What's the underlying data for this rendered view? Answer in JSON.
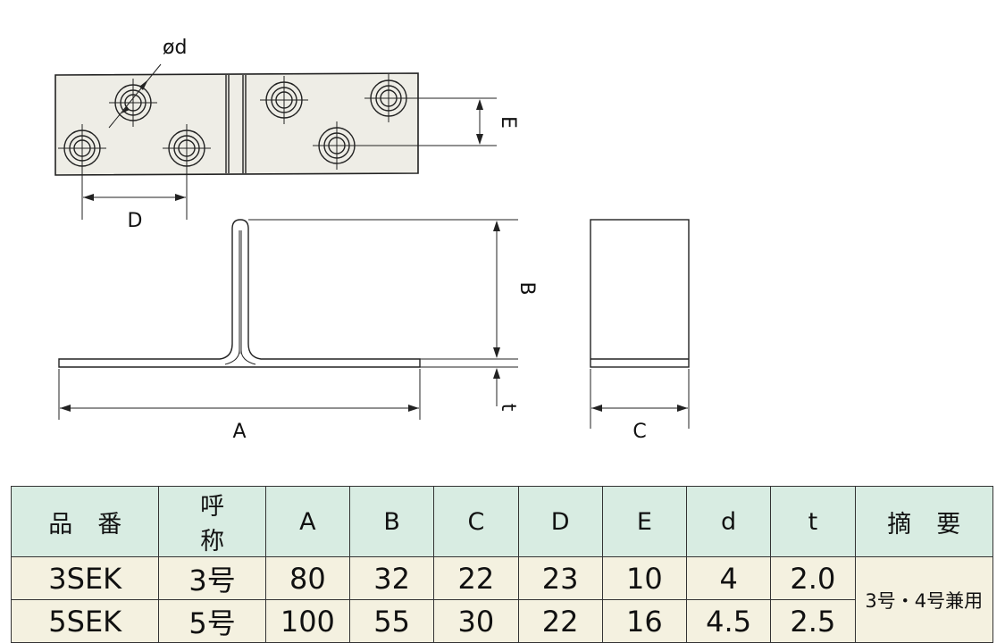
{
  "drawing": {
    "labels": {
      "hole_diameter": "ød",
      "pitch_d": "D",
      "pitch_e": "E",
      "length_a": "A",
      "height_b": "B",
      "width_c": "C",
      "thickness_t": "t"
    }
  },
  "table": {
    "headers": [
      "品番",
      "呼称",
      "A",
      "B",
      "C",
      "D",
      "E",
      "d",
      "t",
      "摘要"
    ],
    "rows": [
      {
        "part_no": "3SEK",
        "name": "3号",
        "A": "80",
        "B": "32",
        "C": "22",
        "D": "23",
        "E": "10",
        "d": "4",
        "t": "2.0"
      },
      {
        "part_no": "5SEK",
        "name": "5号",
        "A": "100",
        "B": "55",
        "C": "30",
        "D": "22",
        "E": "16",
        "d": "4.5",
        "t": "2.5"
      }
    ],
    "note": "3号・4号兼用"
  }
}
